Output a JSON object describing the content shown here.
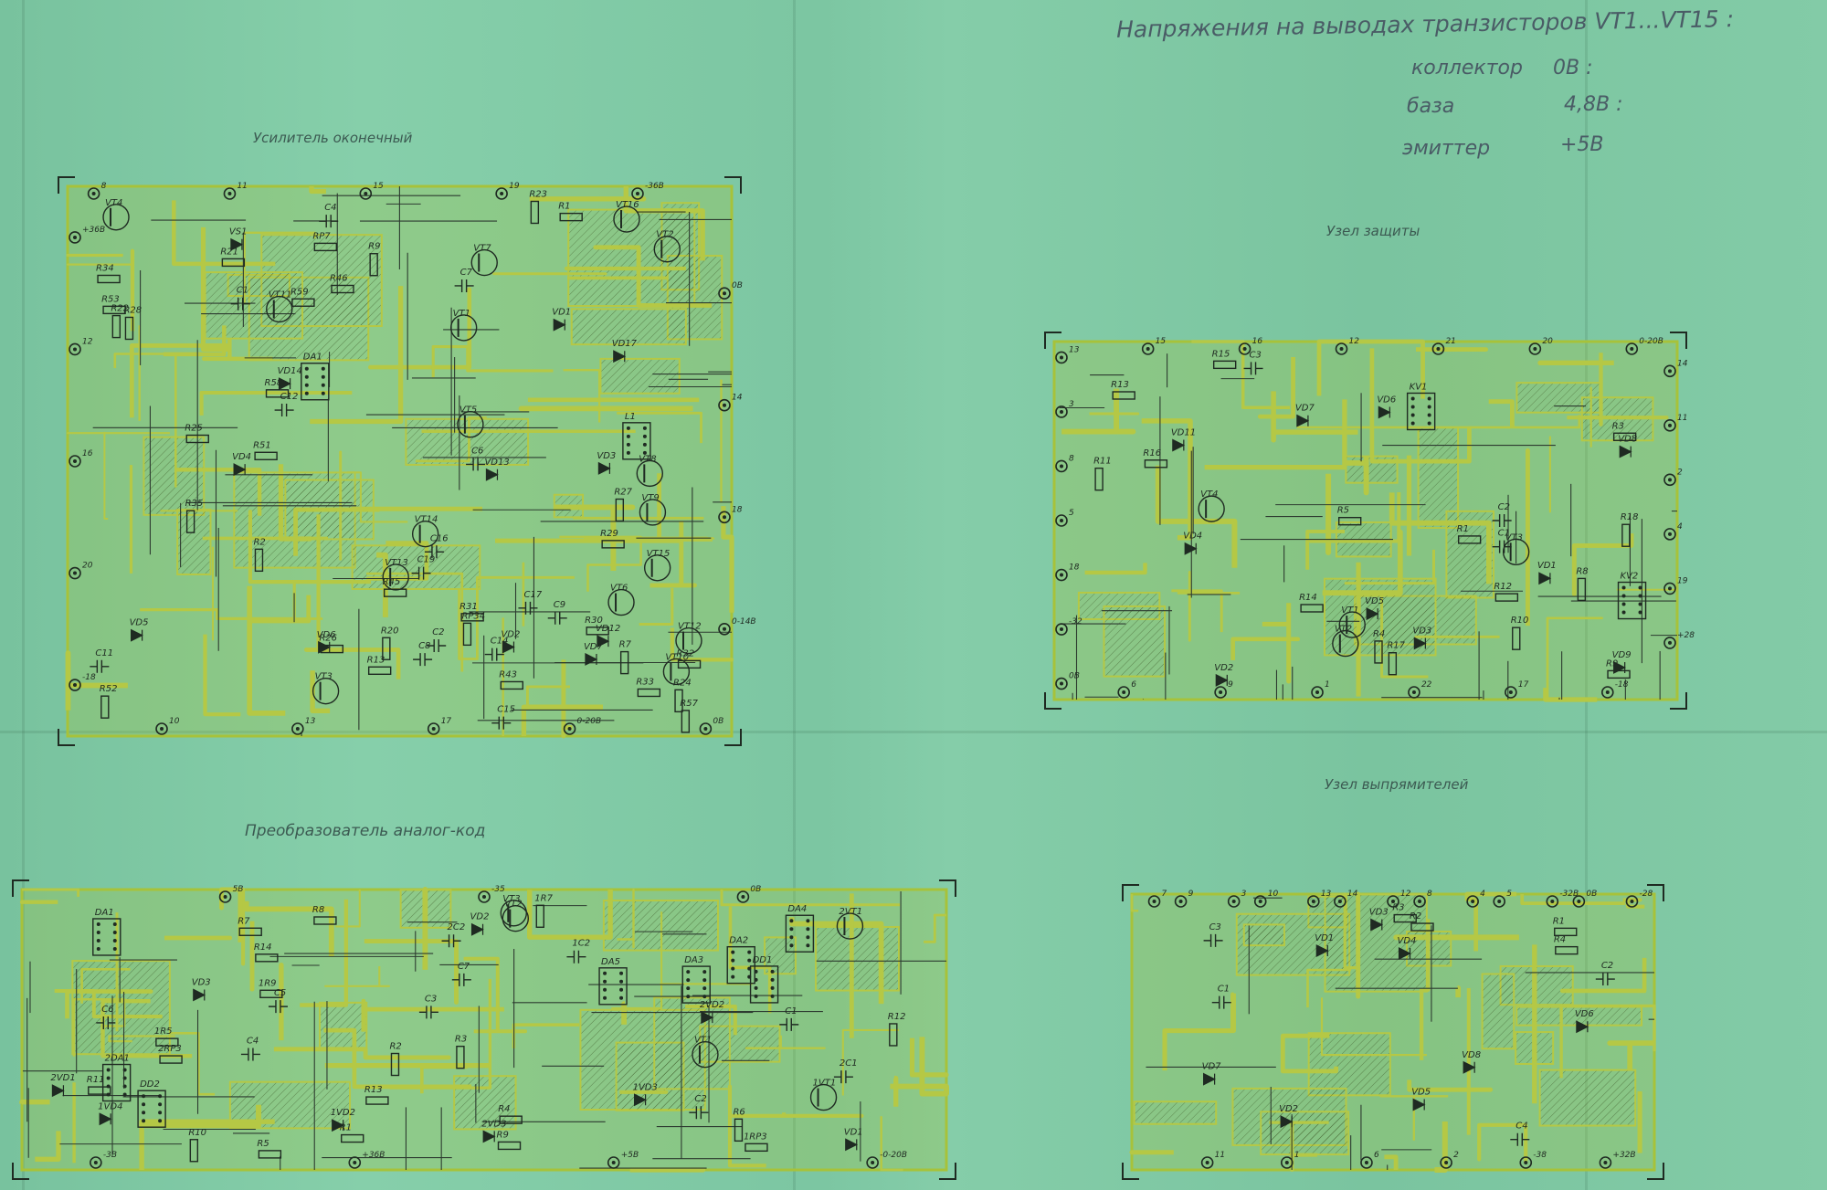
{
  "header": {
    "title": "Напряжения на выводах транзисторов VT1...VT15 :",
    "lines": [
      {
        "label": "коллектор",
        "value": "0В :"
      },
      {
        "label": "база",
        "value": "4,8В :"
      },
      {
        "label": "эмиттер",
        "value": "+5В"
      }
    ]
  },
  "boards": {
    "amplifier": {
      "title": "Усилитель оконечный",
      "labels": [
        "R43",
        "R45",
        "R46",
        "R52",
        "R58",
        "R57",
        "R53",
        "R59",
        "R51",
        "L1",
        "VT14",
        "VT13",
        "VT15",
        "VT12",
        "VT11",
        "VT16",
        "VT10",
        "VT9",
        "VT8",
        "VT7",
        "VT6",
        "VT5",
        "VT4",
        "VT3",
        "VT2",
        "VT1",
        "R31",
        "R32",
        "R33",
        "R34",
        "R35",
        "R27",
        "R28",
        "R29",
        "R30",
        "R21",
        "R22",
        "R23",
        "R25",
        "R26",
        "R24",
        "R20",
        "R9",
        "R7",
        "R1",
        "R2",
        "R13",
        "RP7",
        "RP34",
        "C14",
        "C12",
        "C11",
        "C9",
        "C8",
        "C7",
        "C6",
        "C4",
        "C2",
        "C1",
        "C15",
        "C16",
        "C17",
        "C19",
        "VD14",
        "VD13",
        "VD12",
        "VD7",
        "VD6",
        "VD5",
        "VD4",
        "VD3",
        "VD2",
        "VD1",
        "VD17",
        "VS1",
        "DA1"
      ],
      "pins": [
        "8",
        "+36В",
        "10",
        "0В",
        "11",
        "12",
        "13",
        "14",
        "15",
        "16",
        "17",
        "18",
        "19",
        "20",
        "0-20В",
        "0-14В",
        "-36В",
        "-18",
        "0В"
      ]
    },
    "protection": {
      "title": "Узел защиты",
      "labels": [
        "R12",
        "R15",
        "R14",
        "R9",
        "R13",
        "R8",
        "R5",
        "R4",
        "R3",
        "R1",
        "R10",
        "R11",
        "R17",
        "R18",
        "R16",
        "VT1",
        "VT2",
        "VT3",
        "VT4",
        "VD1",
        "VD2",
        "VD3",
        "VD4",
        "VD5",
        "VD6",
        "VD7",
        "VD8",
        "VD9",
        "VD11",
        "C1",
        "C2",
        "C3",
        "KV1",
        "KV2"
      ],
      "pins": [
        "13",
        "14",
        "6",
        "15",
        "3",
        "11",
        "9",
        "16",
        "8",
        "2",
        "1",
        "12",
        "5",
        "4",
        "22",
        "21",
        "18",
        "19",
        "17",
        "20",
        "-32",
        "+28",
        "-18",
        "0-20В",
        "0В"
      ]
    },
    "adc": {
      "title": "Преобразователь аналог-код",
      "labels": [
        "DA2",
        "DA1",
        "DA3",
        "DA4",
        "DA5",
        "DD1",
        "DD2",
        "VT1",
        "VT2",
        "VT3",
        "1VT1",
        "2VT1",
        "R1",
        "R2",
        "R3",
        "R4",
        "R5",
        "R6",
        "R7",
        "R8",
        "R9",
        "R10",
        "R11",
        "R12",
        "R13",
        "R14",
        "1R5",
        "1R7",
        "1R9",
        "1RP3",
        "2RP3",
        "C1",
        "C2",
        "C3",
        "C4",
        "C5",
        "C6",
        "C7",
        "1C2",
        "2C1",
        "2C2",
        "VD1",
        "VD2",
        "VD3",
        "1VD2",
        "1VD3",
        "1VD4",
        "2VD1",
        "2VD2",
        "2VD3",
        "2DA1"
      ],
      "pins": [
        "-3В",
        "5В",
        "+36В",
        "-35",
        "+5В",
        "0В",
        "-0-20В"
      ]
    },
    "rectifier": {
      "title": "Узел выпрямителей",
      "labels": [
        "VD1",
        "VD2",
        "VD3",
        "VD4",
        "VD5",
        "VD6",
        "VD7",
        "VD8",
        "C1",
        "C2",
        "C3",
        "C4",
        "R1",
        "R2",
        "R3",
        "R4"
      ],
      "pins": [
        "7",
        "9",
        "11",
        "3",
        "10",
        "1",
        "13",
        "14",
        "6",
        "12",
        "8",
        "2",
        "4",
        "5",
        "-38",
        "-32В",
        "0В",
        "+32В",
        "-28"
      ]
    }
  }
}
